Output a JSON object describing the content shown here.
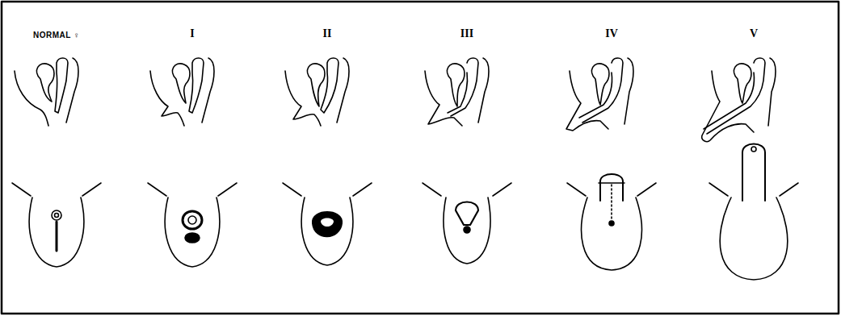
{
  "diagram": {
    "labels": [
      "NORMAL ♀",
      "I",
      "II",
      "III",
      "IV",
      "V"
    ]
  }
}
